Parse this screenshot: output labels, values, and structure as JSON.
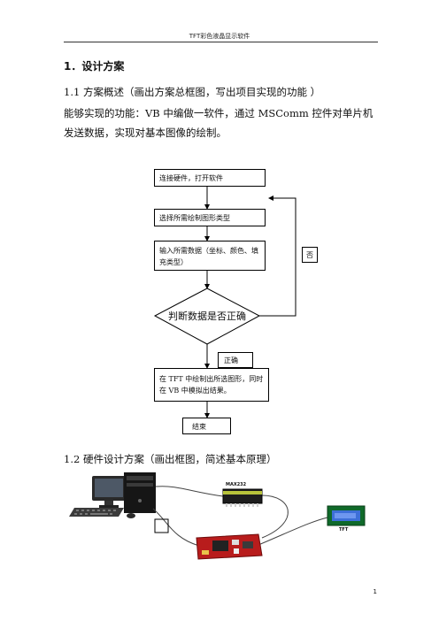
{
  "header": {
    "title": "TFT彩色液晶显示软件"
  },
  "section": {
    "heading": "1．设计方案",
    "sub1": "1.1 方案概述（画出方案总框图，写出项目实现的功能 ）",
    "desc": "能够实现的功能：VB 中编做一软件，通过 MSComm 控件对单片机发送数据，实现对基本图像的绘制。",
    "sub2": "1.2 硬件设计方案（画出框图，简述基本原理）"
  },
  "flowchart": {
    "step1": "连接硬件，打开软件",
    "step2": "选择所需绘制图形类型",
    "step3": "输入所需数据（坐标、颜色、填充类型）",
    "decision": "判断数据是否正确",
    "no_label": "否",
    "yes_label": "正确",
    "step4": "在 TFT 中绘制出所选图形，同时在 VB 中模拟出结果。",
    "end": "结束"
  },
  "hardware": {
    "chip_label": "MAX232",
    "display_label": "TFT"
  },
  "footer": {
    "page": "1"
  }
}
